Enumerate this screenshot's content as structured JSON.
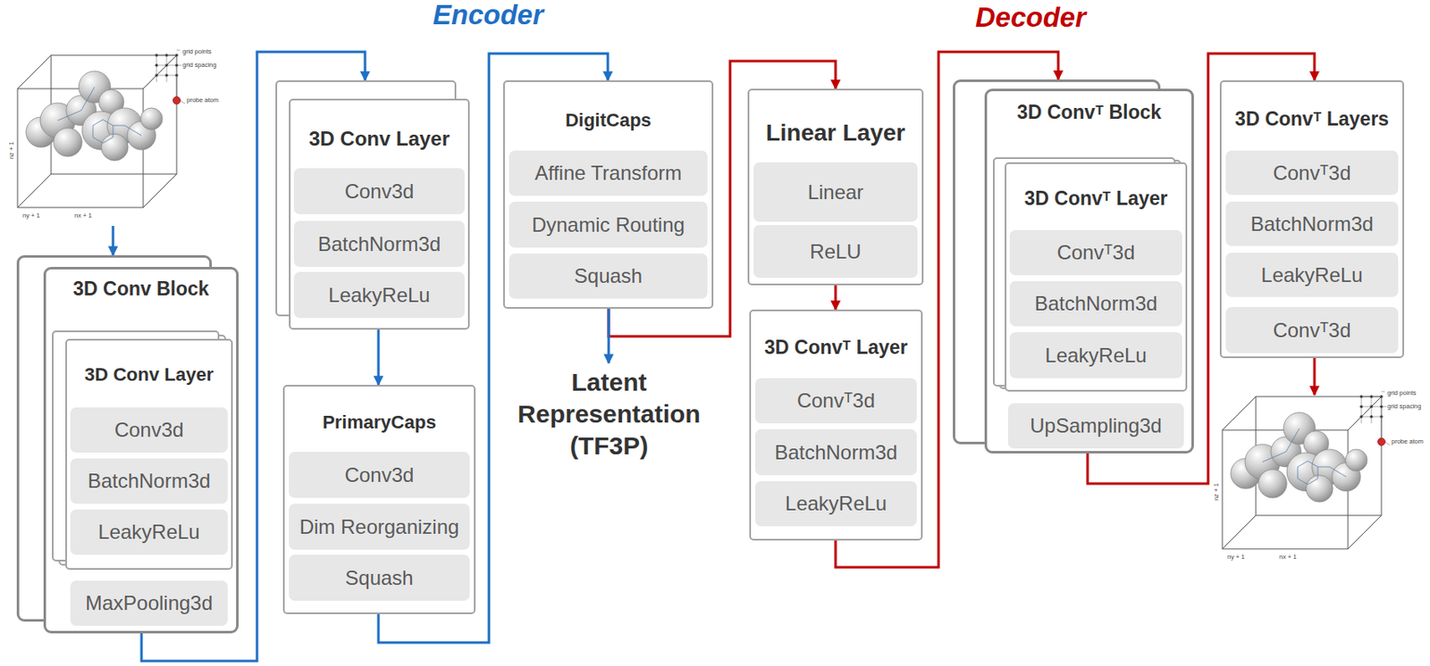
{
  "diagram": {
    "nodes": [
      {
        "text": [
          "grid points",
          "grid spacing",
          "probe atom",
          "nx + 1",
          "ny + 1",
          "nz + 1"
        ]
      },
      {
        "text": [
          "3D Conv Block"
        ]
      },
      {
        "text": [
          "3D Conv Layer"
        ],
        "in": 1
      },
      {
        "text": [
          "Conv3d"
        ],
        "in": 2
      },
      {
        "text": [
          "BatchNorm3d"
        ],
        "in": 2
      },
      {
        "text": [
          "LeakyReLu"
        ],
        "in": 2
      },
      {
        "text": [
          "MaxPooling3d"
        ],
        "in": 1
      },
      {
        "text": [
          "3D Conv Layer"
        ]
      },
      {
        "text": [
          "Conv3d"
        ],
        "in": 7
      },
      {
        "text": [
          "BatchNorm3d"
        ],
        "in": 7
      },
      {
        "text": [
          "LeakyReLu"
        ],
        "in": 7
      },
      {
        "text": [
          "PrimaryCaps"
        ]
      },
      {
        "text": [
          "Conv3d"
        ],
        "in": 11
      },
      {
        "text": [
          "Dim Reorganizing"
        ],
        "in": 11
      },
      {
        "text": [
          "Squash"
        ],
        "in": 11
      },
      {
        "text": [
          "DigitCaps"
        ]
      },
      {
        "text": [
          "Affine Transform"
        ],
        "in": 15
      },
      {
        "text": [
          "Dynamic Routing"
        ],
        "in": 15
      },
      {
        "text": [
          "Squash"
        ],
        "in": 15
      },
      {
        "text": [
          "Latent Representation (TF3P)"
        ]
      },
      {
        "text": [
          "Linear Layer"
        ]
      },
      {
        "text": [
          "Linear"
        ],
        "in": 20
      },
      {
        "text": [
          "ReLU"
        ],
        "in": 20
      },
      {
        "text": [
          "3D Convᵀ Layer"
        ]
      },
      {
        "text": [
          "Convᵀ3d"
        ],
        "in": 23
      },
      {
        "text": [
          "BatchNorm3d"
        ],
        "in": 23
      },
      {
        "text": [
          "LeakyReLu"
        ],
        "in": 23
      },
      {
        "text": [
          "3D Convᵀ Block"
        ]
      },
      {
        "text": [
          "3D Convᵀ Layer"
        ],
        "in": 27
      },
      {
        "text": [
          "Convᵀ3d"
        ],
        "in": 28
      },
      {
        "text": [
          "BatchNorm3d"
        ],
        "in": 28
      },
      {
        "text": [
          "LeakyReLu"
        ],
        "in": 28
      },
      {
        "text": [
          "UpSampling3d"
        ],
        "in": 27
      },
      {
        "text": [
          "3D Convᵀ Layers"
        ]
      },
      {
        "text": [
          "Convᵀ3d"
        ],
        "in": 33
      },
      {
        "text": [
          "BatchNorm3d"
        ],
        "in": 33
      },
      {
        "text": [
          "LeakyReLu"
        ],
        "in": 33
      },
      {
        "text": [
          "Convᵀ3d"
        ],
        "in": 33
      },
      {
        "text": [
          "grid points",
          "grid spacing",
          "probe atom",
          "nx + 1",
          "ny + 1",
          "nz + 1"
        ]
      }
    ],
    "edges": [
      {
        "from": 0,
        "to": 1,
        "arrow": "to"
      },
      {
        "from": 1,
        "to": 7,
        "arrow": "to"
      },
      {
        "from": 7,
        "to": 11,
        "arrow": "to"
      },
      {
        "from": 11,
        "to": 15,
        "arrow": "to"
      },
      {
        "from": 15,
        "to": 19,
        "arrow": "to"
      },
      {
        "from": 15,
        "to": 20,
        "arrow": "to"
      },
      {
        "from": 20,
        "to": 23,
        "arrow": "to"
      },
      {
        "from": 23,
        "to": 27,
        "arrow": "to"
      },
      {
        "from": 27,
        "to": 33,
        "arrow": "to"
      },
      {
        "from": 33,
        "to": 38,
        "arrow": "to"
      }
    ],
    "labels": [
      "Encoder",
      "Decoder"
    ]
  }
}
